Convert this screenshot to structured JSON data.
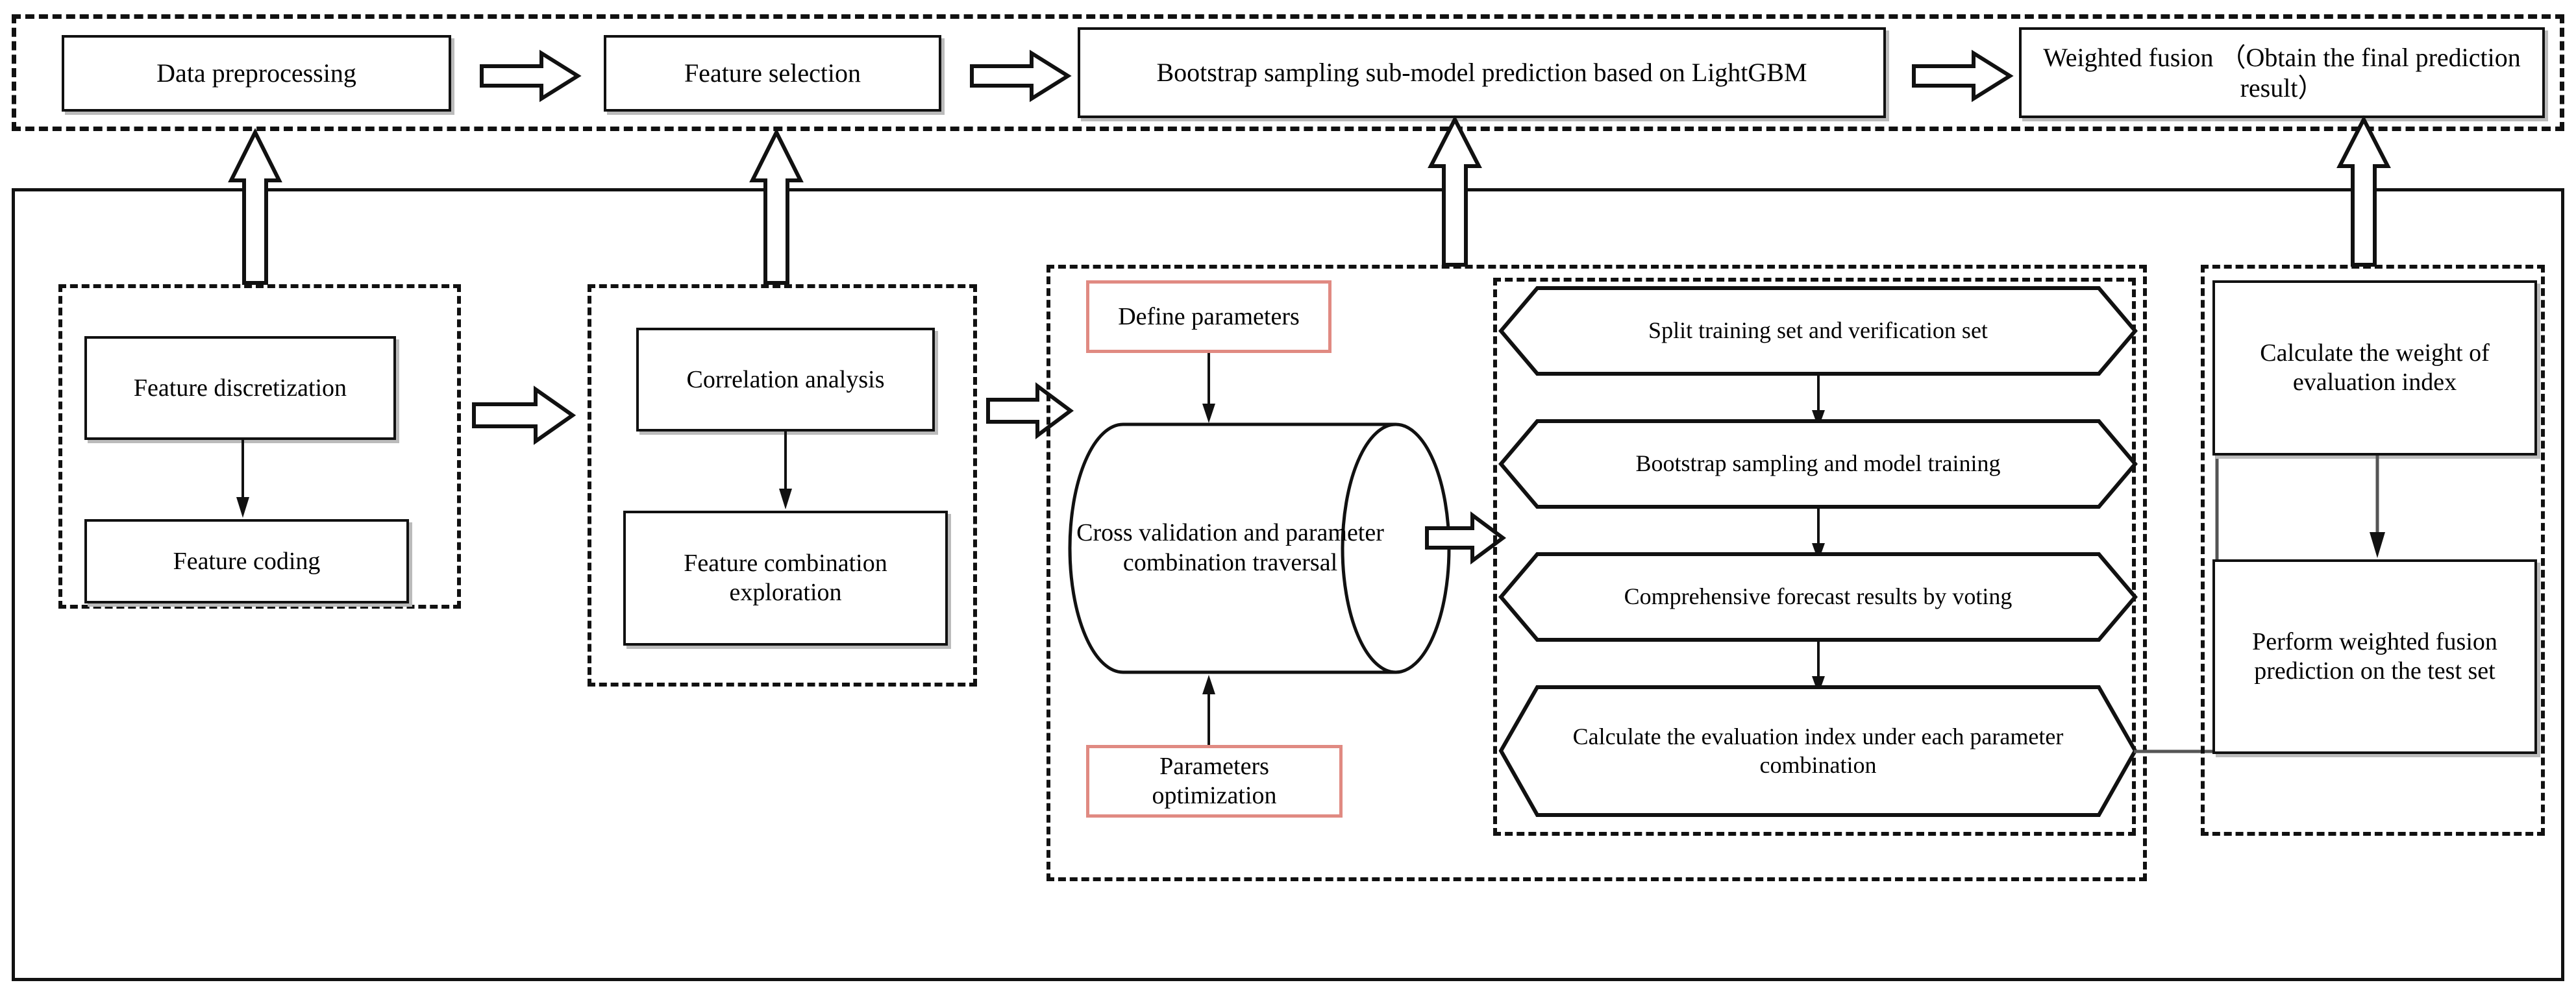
{
  "diagram": {
    "title": "LightGBM bootstrap-sampling weighted-fusion prediction framework",
    "colors": {
      "line": "#111111",
      "box_border": "#111111",
      "red_accent": "#E08A82",
      "shadow": "#bbbbbb",
      "background": "#ffffff"
    },
    "top_pipeline": {
      "container": "top-dashed-frame",
      "steps": [
        {
          "id": "data-preprocessing",
          "label": "Data preprocessing"
        },
        {
          "id": "feature-selection",
          "label": "Feature selection"
        },
        {
          "id": "bootstrap-sub-model-prediction",
          "label": "Bootstrap sampling sub-model prediction based on LightGBM"
        },
        {
          "id": "weighted-fusion",
          "label": "Weighted fusion （Obtain the final prediction result）"
        }
      ],
      "connector_icon": "block-arrow-right-icon"
    },
    "detail_panel": {
      "container": "bottom-solid-frame",
      "groups": [
        {
          "id": "preprocessing-group",
          "linked_step": "data-preprocessing",
          "link_icon": "block-arrow-up-icon",
          "nodes": [
            {
              "id": "feature-discretization",
              "label": "Feature discretization",
              "shape": "rect"
            },
            {
              "id": "feature-coding",
              "label": "Feature coding",
              "shape": "rect"
            }
          ],
          "internal_connector": "arrow-down-icon"
        },
        {
          "id": "feature-selection-group",
          "linked_step": "feature-selection",
          "link_icon": "block-arrow-up-icon",
          "nodes": [
            {
              "id": "correlation-analysis",
              "label": "Correlation analysis",
              "shape": "rect"
            },
            {
              "id": "feature-combination-exploration",
              "label": "Feature combination exploration",
              "shape": "rect"
            }
          ],
          "internal_connector": "arrow-down-icon"
        },
        {
          "id": "model-training-group",
          "linked_step": "bootstrap-sub-model-prediction",
          "link_icon": "block-arrow-up-icon",
          "nodes": [
            {
              "id": "define-parameters",
              "label": "Define parameters",
              "shape": "rect",
              "accent": "red"
            },
            {
              "id": "cross-validation-traversal",
              "label": "Cross validation and parameter combination traversal",
              "shape": "cylinder"
            },
            {
              "id": "parameters-optimization",
              "label": "Parameters optimization",
              "shape": "rect",
              "accent": "red"
            }
          ],
          "inner_group": {
            "id": "cv-inner-group",
            "nodes": [
              {
                "id": "split-training-verification-set",
                "label": "Split training set and verification set",
                "shape": "hexagon"
              },
              {
                "id": "bootstrap-sampling-model-training",
                "label": "Bootstrap sampling and model training",
                "shape": "hexagon"
              },
              {
                "id": "comprehensive-forecast-voting",
                "label": "Comprehensive forecast results by voting",
                "shape": "hexagon"
              },
              {
                "id": "calculate-evaluation-index",
                "label": "Calculate the evaluation index under each parameter combination",
                "shape": "hexagon"
              }
            ]
          }
        },
        {
          "id": "fusion-group",
          "linked_step": "weighted-fusion",
          "link_icon": "block-arrow-up-icon",
          "nodes": [
            {
              "id": "calculate-weight-of-evaluation-index",
              "label": "Calculate the weight of evaluation index",
              "shape": "rect"
            },
            {
              "id": "perform-weighted-fusion-prediction",
              "label": "Perform weighted fusion prediction on the test set",
              "shape": "rect"
            }
          ],
          "internal_connector": "arrow-down-icon"
        }
      ],
      "cross_group_connectors": [
        {
          "id": "preprocess-to-featuresel",
          "icon": "block-arrow-right-icon"
        },
        {
          "id": "featuresel-to-model",
          "icon": "block-arrow-right-icon"
        },
        {
          "id": "cylinder-to-hexflow",
          "icon": "block-arrow-right-icon"
        },
        {
          "id": "evalindex-to-weight",
          "icon": "elbow-arrow-right-icon"
        }
      ]
    }
  }
}
